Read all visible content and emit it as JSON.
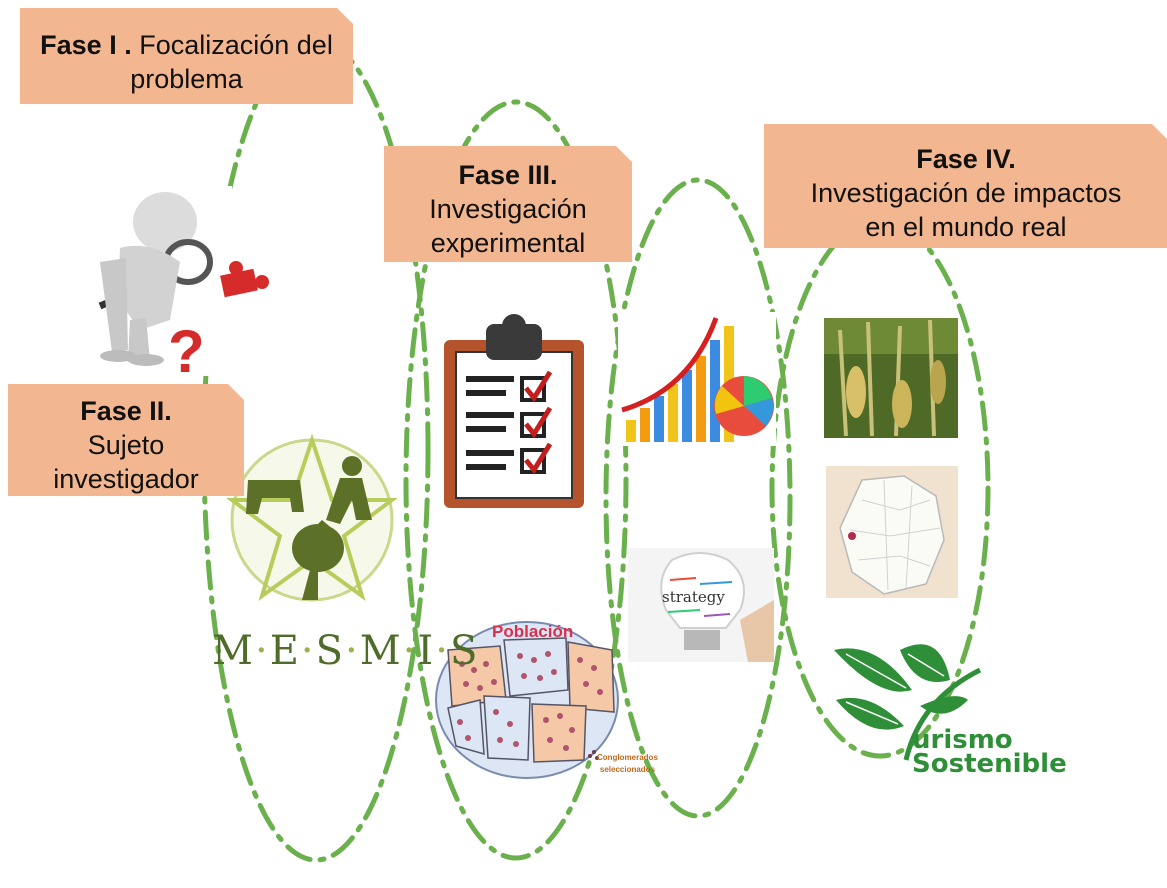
{
  "phases": [
    {
      "label_bold": "Fase I .",
      "label_rest": "Focalización del problema"
    },
    {
      "label_bold": "Fase II.",
      "line1": "Sujeto",
      "line2": "investigador"
    },
    {
      "label_bold": "Fase III.",
      "line1": "Investigación",
      "line2": "experimental"
    },
    {
      "label_bold": "Fase IV.",
      "line1": "Investigación de impactos",
      "line2": "en el mundo real"
    }
  ],
  "images": {
    "mesmis_letters": [
      "M",
      "E",
      "S",
      "M",
      "I",
      "S"
    ],
    "population_title": "Población",
    "population_caption_1": "Conglomerados",
    "population_caption_2": "seleccionados",
    "strategy_word": "strategy",
    "turismo_line1": "urismo",
    "turismo_line2": "Sostenible"
  },
  "colors": {
    "phase_box": "#f2b691",
    "dashed_oval": "#6ab04c",
    "mesmis_green": "#4f6c2a"
  },
  "icons": [
    "detective-figure-icon",
    "puzzle-piece-icon",
    "question-mark-icon",
    "clipboard-checklist-icon",
    "bar-chart-pie-icon",
    "strategy-lightbulb-icon",
    "corn-field-photo",
    "region-map",
    "mesmis-logo",
    "population-cluster-diagram",
    "turismo-sostenible-logo"
  ]
}
